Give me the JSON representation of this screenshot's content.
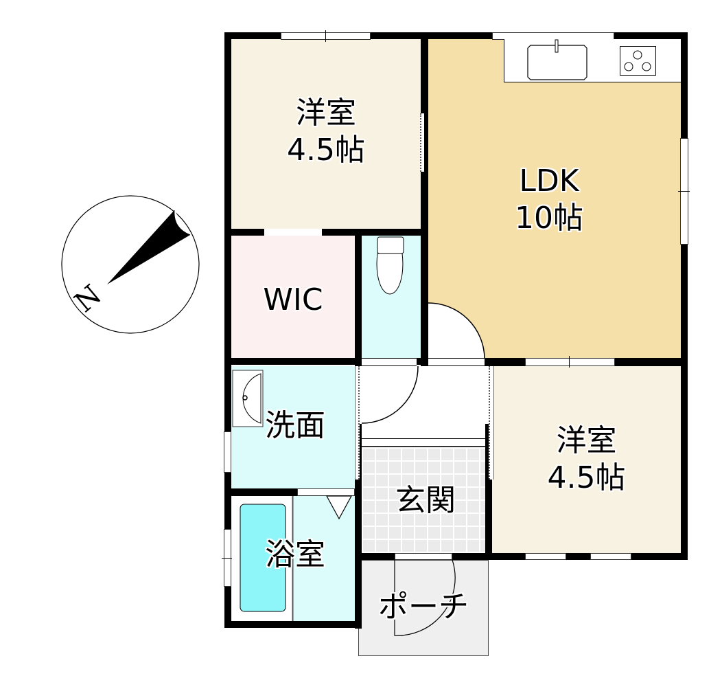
{
  "floorplan": {
    "rooms": {
      "bedroom_nw": {
        "name": "洋室",
        "size": "4.5帖",
        "color": "#f8f2e3"
      },
      "ldk": {
        "name": "LDK",
        "size": "10帖",
        "color": "#f6e0a9"
      },
      "wic": {
        "name": "WIC",
        "color": "#fdf0f0"
      },
      "toilet": {
        "color": "#dcfcfc"
      },
      "washroom": {
        "name": "洗面",
        "color": "#dcfcfc"
      },
      "entrance": {
        "name": "玄関",
        "color": "#ebebeb"
      },
      "bedroom_se": {
        "name": "洋室",
        "size": "4.5帖",
        "color": "#f8f2e3"
      },
      "bathroom": {
        "name": "浴室",
        "color": "#dcfcfc",
        "tub_color": "#8ef5f8"
      },
      "porch": {
        "name": "ポーチ",
        "color": "#efefef"
      }
    },
    "compass": {
      "label": "N",
      "icon": "north-arrow-icon"
    },
    "fixtures": [
      "kitchen-sink-icon",
      "stove-icon",
      "toilet-icon",
      "wash-basin-icon",
      "bathtub-icon"
    ],
    "wall_color": "#000000"
  }
}
